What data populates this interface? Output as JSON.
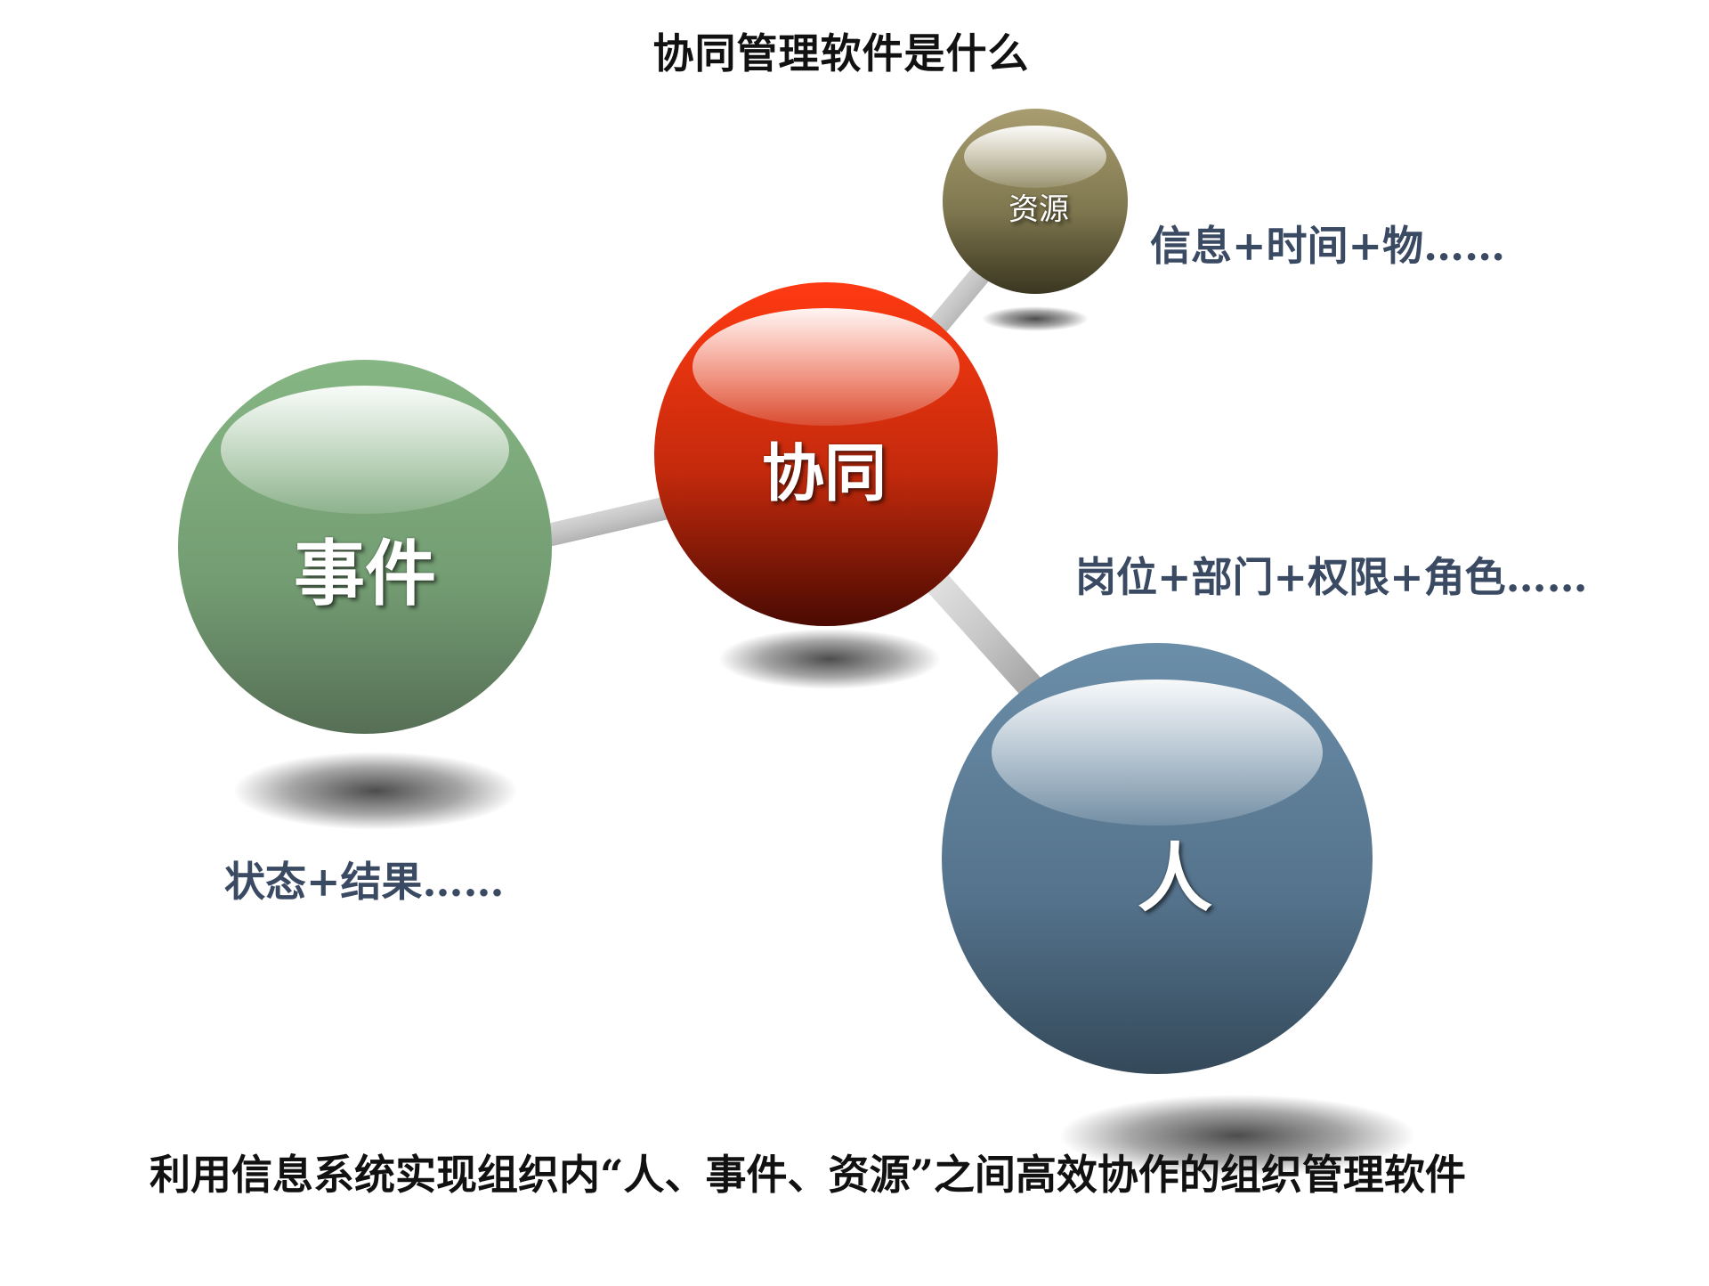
{
  "title": "协同管理软件是什么",
  "nodes": {
    "center": {
      "label": "协同",
      "color": "#d93a1a"
    },
    "event": {
      "label": "事件",
      "color": "#7fa87f"
    },
    "person": {
      "label": "人",
      "color": "#5a7a94"
    },
    "resource": {
      "label": "资源",
      "color": "#8c8462"
    }
  },
  "attributes": {
    "resource": "信息+时间+物……",
    "person": "岗位+部门+权限+角色……",
    "event": "状态+结果……"
  },
  "summary": "利用信息系统实现组织内“人、事件、资源”之间高效协作的组织管理软件"
}
